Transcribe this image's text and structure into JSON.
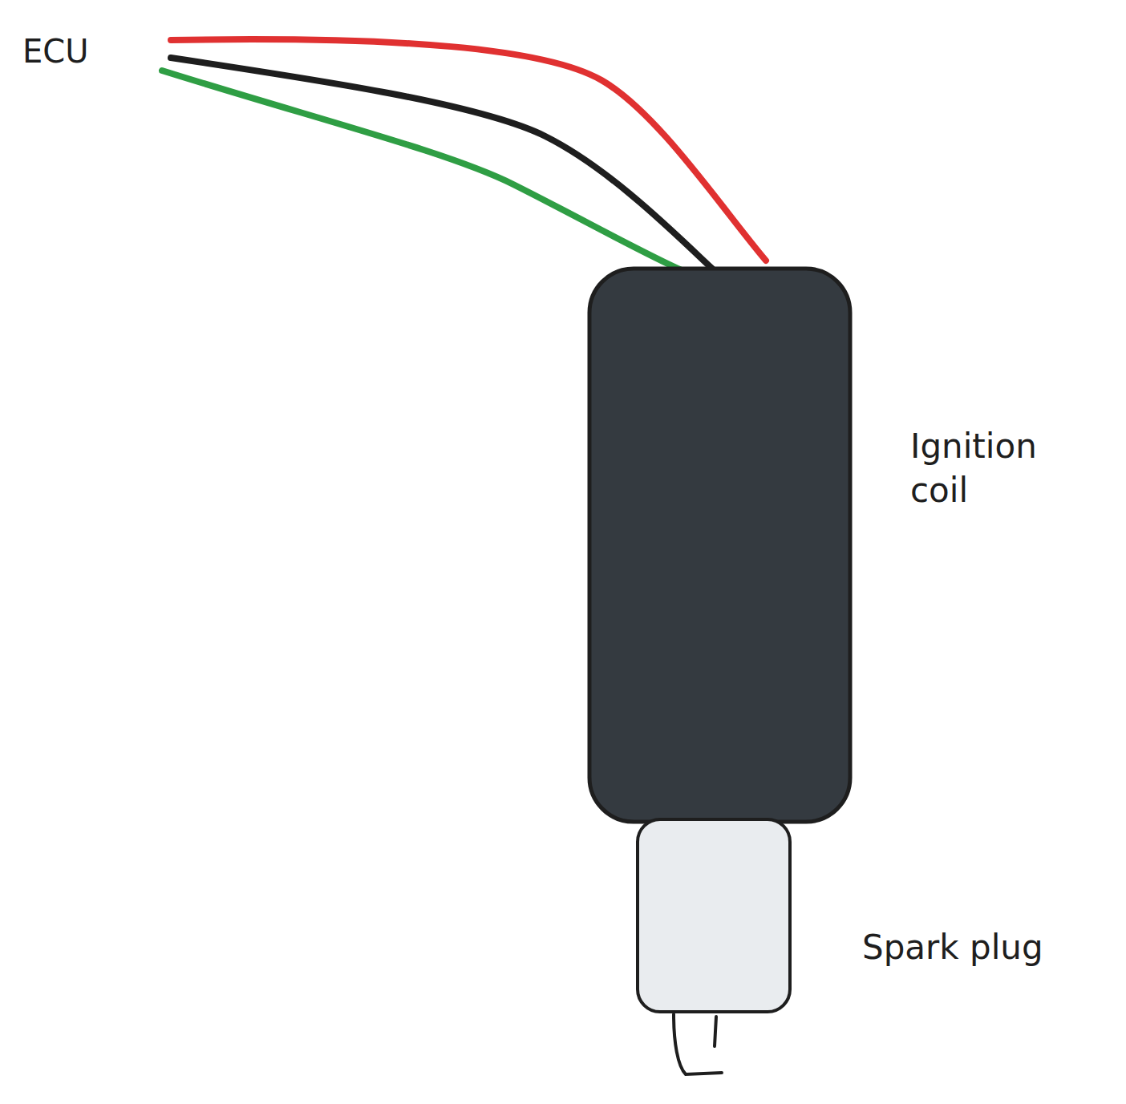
{
  "diagram": {
    "labels": [
      "ECU",
      "Ignition coil",
      "Spark plug"
    ]
  }
}
